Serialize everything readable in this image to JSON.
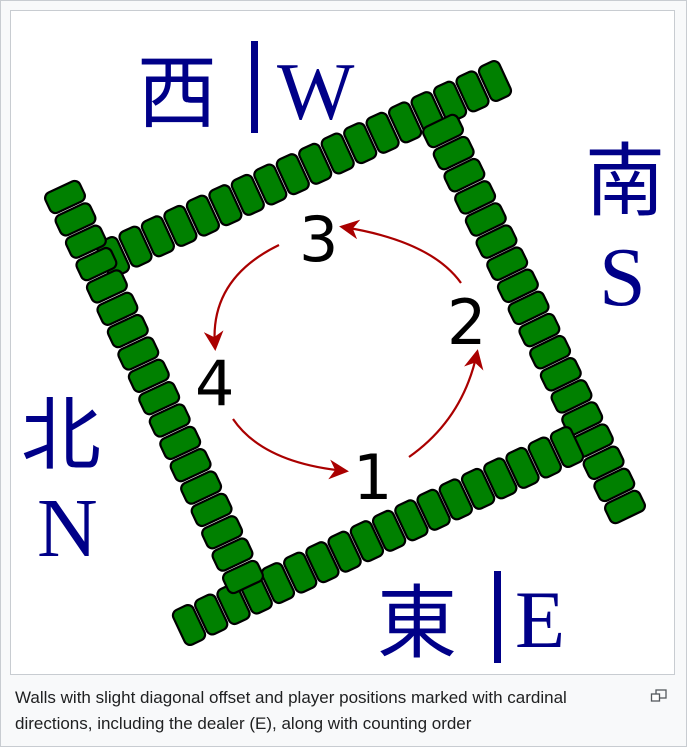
{
  "figure": {
    "caption": "Walls with slight diagonal offset and player positions marked with cardinal directions, including the dealer (E), along with counting order",
    "magnify_icon": "enlarge-icon"
  },
  "diagram": {
    "colors": {
      "tile_fill": "#008000",
      "tile_stroke": "#000000",
      "direction_text": "#000088",
      "arrow": "#aa0000",
      "number_text": "#000000"
    },
    "directions": {
      "west": {
        "char": "西",
        "letter": "W"
      },
      "south": {
        "char": "南",
        "letter": "S"
      },
      "north": {
        "char": "北",
        "letter": "N"
      },
      "east": {
        "char": "東",
        "letter": "E"
      }
    },
    "positions": [
      "1",
      "2",
      "3",
      "4"
    ]
  }
}
